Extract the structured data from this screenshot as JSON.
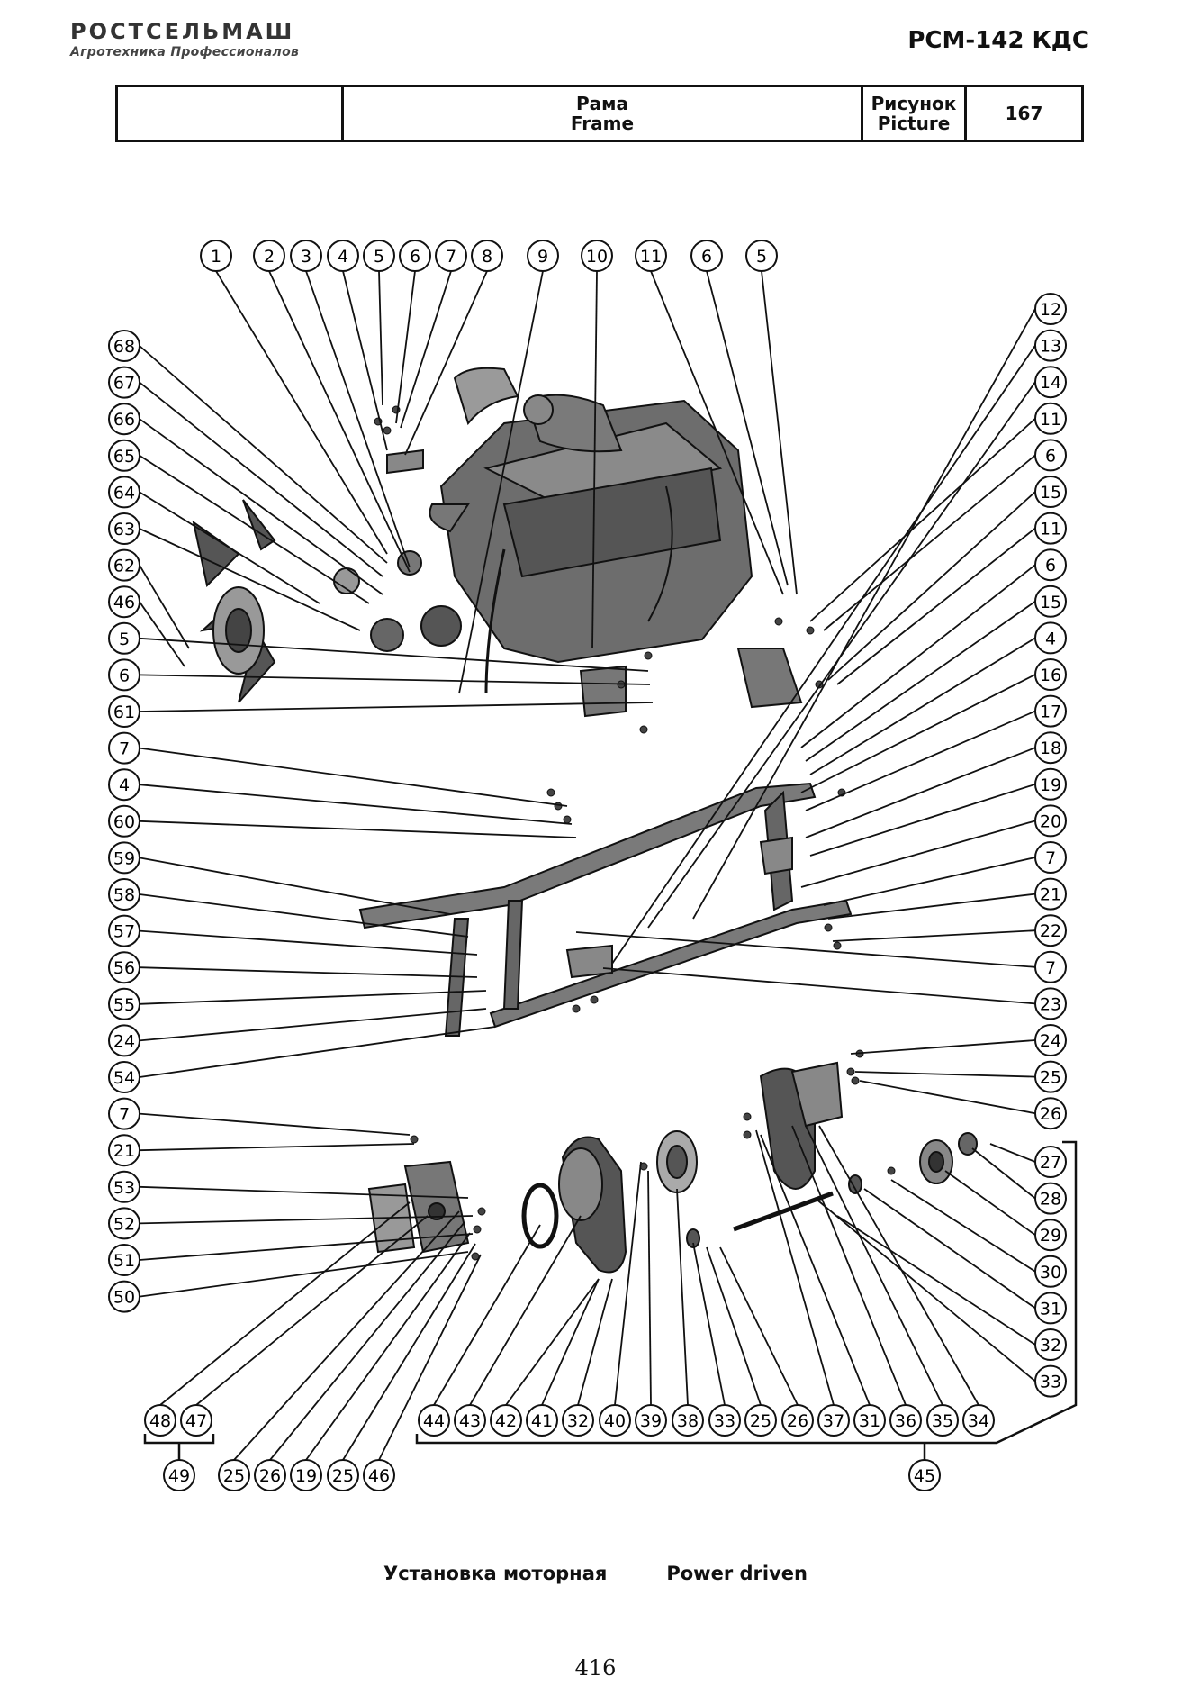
{
  "header": {
    "brand": "РОСТСЕЛЬМАШ",
    "tagline": "Агротехника Профессионалов",
    "model": "РСМ-142 КДС"
  },
  "title_block": {
    "empty_cell": "",
    "section_ru": "Рама",
    "section_en": "Frame",
    "figure_label_ru": "Рисунок",
    "figure_label_en": "Picture",
    "figure_number": "167"
  },
  "callouts": {
    "top": [
      "1",
      "2",
      "3",
      "4",
      "5",
      "6",
      "7",
      "8",
      "9",
      "10",
      "11",
      "6",
      "5"
    ],
    "right": [
      "12",
      "13",
      "14",
      "11",
      "6",
      "15",
      "11",
      "6",
      "15",
      "4",
      "16",
      "17",
      "18",
      "19",
      "20",
      "7",
      "21",
      "22",
      "7",
      "23",
      "24",
      "25",
      "26"
    ],
    "left": [
      "68",
      "67",
      "66",
      "65",
      "64",
      "63",
      "62",
      "46",
      "5",
      "6",
      "61",
      "7",
      "4",
      "60",
      "59",
      "58",
      "57",
      "56",
      "55",
      "24",
      "54",
      "7",
      "21",
      "53",
      "52",
      "51",
      "50"
    ],
    "right_lower": [
      "27",
      "28",
      "29",
      "30",
      "31",
      "32",
      "33"
    ],
    "bottom_left_row": [
      "48",
      "47"
    ],
    "bottom_left_group": "49",
    "bottom_middle_row": [
      "25",
      "26",
      "19",
      "25",
      "46"
    ],
    "bottom_right_row": [
      "44",
      "43",
      "42",
      "41",
      "32",
      "40",
      "39",
      "38",
      "33",
      "25",
      "26",
      "37",
      "31",
      "36",
      "35",
      "34"
    ],
    "bottom_right_group": "45"
  },
  "caption": {
    "ru": "Установка моторная",
    "en": "Power driven"
  },
  "page_number": "416"
}
